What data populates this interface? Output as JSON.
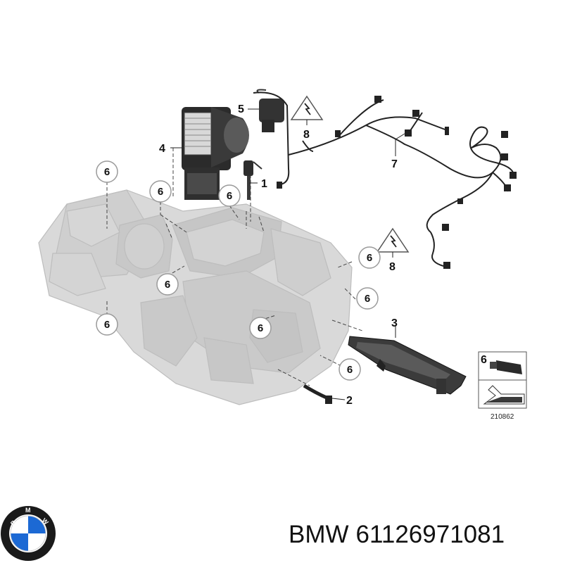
{
  "callouts": [
    {
      "num": "1"
    },
    {
      "num": "2"
    },
    {
      "num": "3"
    },
    {
      "num": "4"
    },
    {
      "num": "5"
    },
    {
      "num": "6"
    },
    {
      "num": "7"
    },
    {
      "num": "8"
    }
  ],
  "circle_label": "6",
  "inset": {
    "label": "6",
    "ref_number": "210862"
  },
  "brand": {
    "name": "BMW",
    "part_number": "61126971081"
  },
  "logo": {
    "letters": "BMW",
    "colors": {
      "blue": "#1c69d4",
      "white": "#ffffff",
      "ring": "#1a1a1a"
    }
  }
}
